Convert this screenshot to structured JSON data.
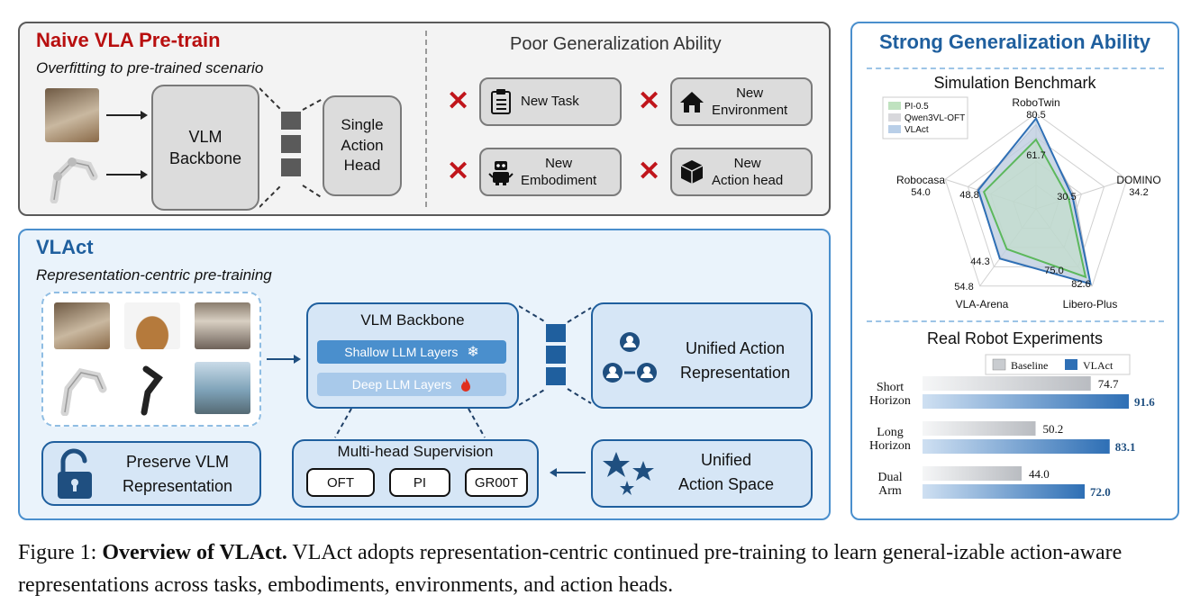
{
  "naive": {
    "title": "Naive VLA Pre-train",
    "subtitle": "Overfitting to pre-trained scenario",
    "vlm_line1": "VLM",
    "vlm_line2": "Backbone",
    "head_line1": "Single",
    "head_line2": "Action",
    "head_line3": "Head",
    "poor_title": "Poor Generalization Ability",
    "items": [
      {
        "line1": "New Task",
        "line2": ""
      },
      {
        "line1": "New",
        "line2": "Environment"
      },
      {
        "line1": "New",
        "line2": "Embodiment"
      },
      {
        "line1": "New",
        "line2": "Action head"
      }
    ]
  },
  "vlact": {
    "title": "VLAct",
    "subtitle": "Representation-centric pre-training",
    "backbone_title": "VLM Backbone",
    "shallow": "Shallow LLM Layers",
    "deep": "Deep LLM Layers",
    "unified_rep_line1": "Unified Action",
    "unified_rep_line2": "Representation",
    "preserve_line1": "Preserve VLM",
    "preserve_line2": "Representation",
    "multihead_title": "Multi-head Supervision",
    "heads": [
      "OFT",
      "PI",
      "GR00T"
    ],
    "unified_space_line1": "Unified",
    "unified_space_line2": "Action Space"
  },
  "strong": {
    "title": "Strong Generalization Ability",
    "sim_title": "Simulation Benchmark",
    "real_title": "Real Robot Experiments"
  },
  "chart_data": [
    {
      "type": "radar",
      "title": "Simulation Benchmark",
      "axes": [
        "RoboTwin",
        "DOMINO",
        "Libero-Plus",
        "VLA-Arena",
        "Robocasa"
      ],
      "series": [
        {
          "name": "PI-0.5",
          "values": [
            61.7,
            30.5,
            75.0,
            44.3,
            48.8
          ]
        },
        {
          "name": "Qwen3VL-OFT",
          "values": [
            null,
            null,
            null,
            null,
            null
          ]
        },
        {
          "name": "VLAct",
          "values": [
            80.5,
            34.2,
            82.6,
            54.8,
            54.0
          ]
        }
      ],
      "labels": {
        "vlact": [
          "80.5",
          "34.2",
          "82.6",
          "54.8",
          "54.0"
        ],
        "pi": [
          "61.7",
          "30.5",
          "75.0",
          "44.3",
          "48.8"
        ]
      },
      "colors": {
        "PI-0.5": "#5cb85c",
        "Qwen3VL-OFT": "#d8d8dc",
        "VLAct": "#2e6fb5"
      },
      "legend": "top-left"
    },
    {
      "type": "bar",
      "orientation": "horizontal",
      "title": "Real Robot Experiments",
      "categories": [
        [
          "Short",
          "Horizon"
        ],
        [
          "Long",
          "Horizon"
        ],
        [
          "Dual",
          "Arm"
        ]
      ],
      "series": [
        {
          "name": "Baseline",
          "values": [
            74.7,
            50.2,
            44.0
          ],
          "labels": [
            "74.7",
            "50.2",
            "44.0"
          ]
        },
        {
          "name": "VLAct",
          "values": [
            91.6,
            83.1,
            72.0
          ],
          "labels": [
            "91.6",
            "83.1",
            "72.0"
          ]
        }
      ],
      "xlim": [
        0,
        100
      ],
      "colors": {
        "Baseline": "#c9ccd0",
        "VLAct": "#2e6fb5"
      },
      "legend": "top"
    }
  ],
  "caption": {
    "prefix": "Figure 1: ",
    "bold": "Overview of VLAct.",
    "rest": " VLAct adopts representation-centric continued pre-training to learn general-izable action-aware representations across tasks, embodiments, environments, and action heads."
  }
}
